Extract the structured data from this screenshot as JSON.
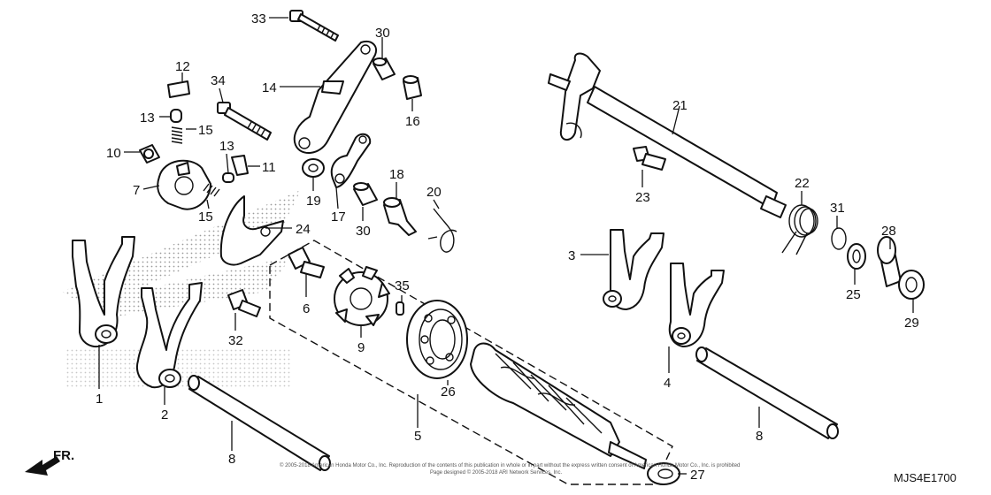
{
  "diagram_code": "MJS4E1700",
  "direction_label": "FR.",
  "copyright_line1": "© 2005-2018 American Honda Motor Co., Inc. Reproduction of the contents of this publication in whole or in part without the express written consent of American Honda Motor Co., Inc. is prohibited",
  "copyright_line2": "Page designed © 2005-2018 ARI Network Services, Inc.",
  "parts": [
    {
      "id": "1",
      "label": "1"
    },
    {
      "id": "2",
      "label": "2"
    },
    {
      "id": "3",
      "label": "3"
    },
    {
      "id": "4",
      "label": "4"
    },
    {
      "id": "5",
      "label": "5"
    },
    {
      "id": "6",
      "label": "6"
    },
    {
      "id": "7",
      "label": "7"
    },
    {
      "id": "8a",
      "label": "8"
    },
    {
      "id": "8b",
      "label": "8"
    },
    {
      "id": "9",
      "label": "9"
    },
    {
      "id": "10",
      "label": "10"
    },
    {
      "id": "11",
      "label": "11"
    },
    {
      "id": "12",
      "label": "12"
    },
    {
      "id": "13a",
      "label": "13"
    },
    {
      "id": "13b",
      "label": "13"
    },
    {
      "id": "14",
      "label": "14"
    },
    {
      "id": "15a",
      "label": "15"
    },
    {
      "id": "15b",
      "label": "15"
    },
    {
      "id": "16",
      "label": "16"
    },
    {
      "id": "17",
      "label": "17"
    },
    {
      "id": "18",
      "label": "18"
    },
    {
      "id": "19",
      "label": "19"
    },
    {
      "id": "20",
      "label": "20"
    },
    {
      "id": "21",
      "label": "21"
    },
    {
      "id": "22",
      "label": "22"
    },
    {
      "id": "23",
      "label": "23"
    },
    {
      "id": "24",
      "label": "24"
    },
    {
      "id": "25",
      "label": "25"
    },
    {
      "id": "26",
      "label": "26"
    },
    {
      "id": "27",
      "label": "27"
    },
    {
      "id": "28",
      "label": "28"
    },
    {
      "id": "29",
      "label": "29"
    },
    {
      "id": "30a",
      "label": "30"
    },
    {
      "id": "30b",
      "label": "30"
    },
    {
      "id": "31",
      "label": "31"
    },
    {
      "id": "32",
      "label": "32"
    },
    {
      "id": "33",
      "label": "33"
    },
    {
      "id": "34",
      "label": "34"
    },
    {
      "id": "35",
      "label": "35"
    }
  ]
}
